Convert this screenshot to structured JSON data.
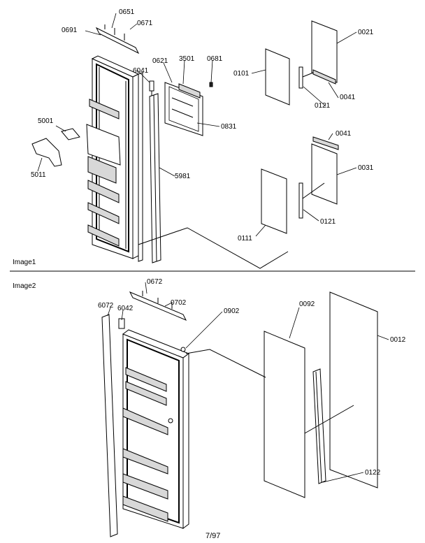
{
  "sections": {
    "top": "Image1",
    "bottom": "Image2"
  },
  "page_number": "7/97",
  "labels": {
    "p0651": "0651",
    "p0691": "0691",
    "p0671": "0671",
    "p6041": "6041",
    "p0621": "0621",
    "p3501": "3501",
    "p0681": "0681",
    "p0101": "0101",
    "p0021": "0021",
    "p0121a": "0121",
    "p0041a": "0041",
    "p0831": "0831",
    "p5001": "5001",
    "p5011": "5011",
    "p5981": "5981",
    "p0041b": "0041",
    "p0031": "0031",
    "p0121b": "0121",
    "p0111": "0111",
    "p0672": "0672",
    "p6072": "6072",
    "p6042": "6042",
    "p0702": "0702",
    "p0902": "0902",
    "p0092": "0092",
    "p0012": "0012",
    "p0122": "0122"
  }
}
